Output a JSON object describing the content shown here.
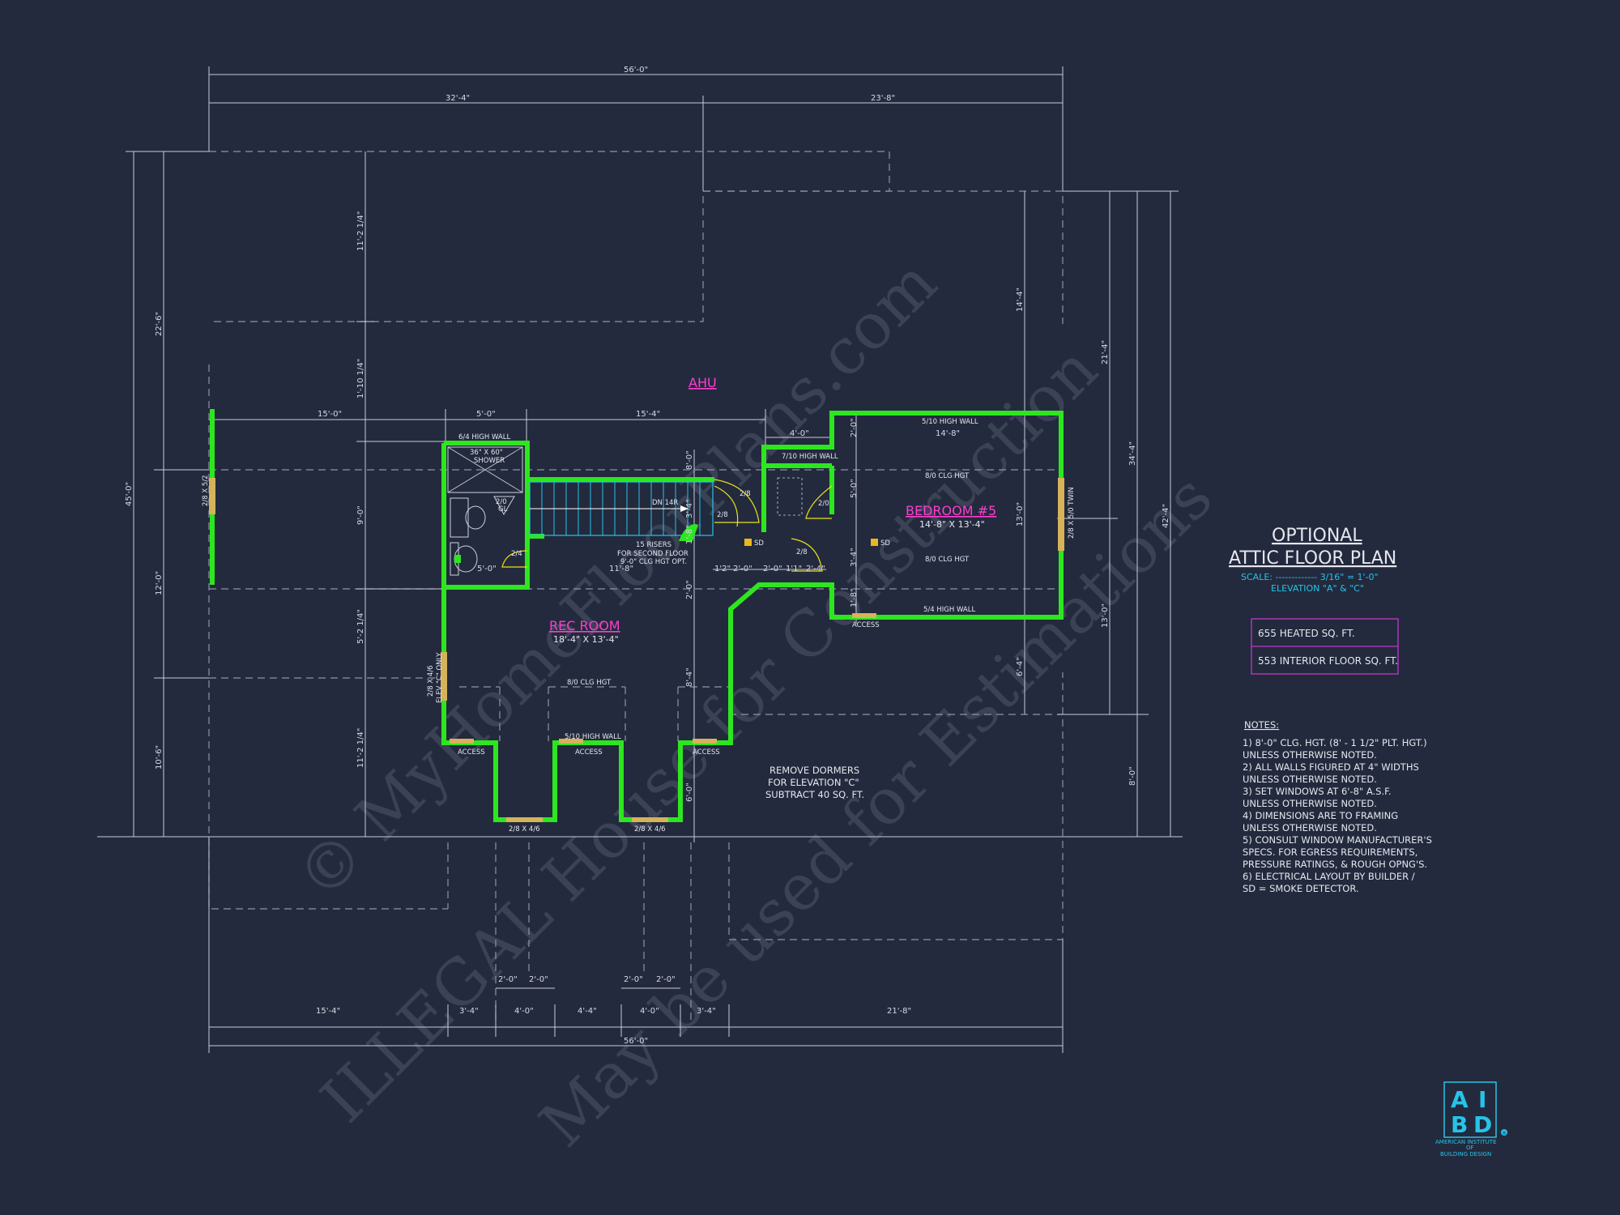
{
  "title": {
    "line1": "OPTIONAL",
    "line2": "ATTIC FLOOR PLAN",
    "scale": "SCALE: ------------- 3/16\" = 1'-0\"",
    "elevation": "ELEVATION \"A\" & \"C\""
  },
  "areas": {
    "heated": "655 HEATED SQ. FT.",
    "interior": "553 INTERIOR FLOOR SQ. FT."
  },
  "notes": {
    "heading": "NOTES:",
    "lines": [
      "1) 8'-0\"  CLG. HGT. (8' - 1 1/2\" PLT. HGT.)",
      "    UNLESS OTHERWISE NOTED.",
      "2) ALL  WALLS FIGURED AT 4\" WIDTHS",
      "    UNLESS OTHERWISE NOTED.",
      "3) SET WINDOWS AT 6'-8\" A.S.F.",
      "    UNLESS OTHERWISE NOTED.",
      "4) DIMENSIONS ARE TO FRAMING",
      "    UNLESS OTHERWISE NOTED.",
      "5) CONSULT WINDOW MANUFACTURER'S",
      "    SPECS. FOR EGRESS REQUIREMENTS,",
      "    PRESSURE RATINGS, & ROUGH OPNG'S.",
      "6) ELECTRICAL LAYOUT BY BUILDER /",
      "    SD = SMOKE DETECTOR."
    ]
  },
  "rooms": {
    "rec_name": "REC ROOM",
    "rec_size": "18'-4\" X 13'-4\"",
    "bed_name": "BEDROOM #5",
    "bed_size": "14'-8\" X 13'-4\"",
    "ahu": "AHU"
  },
  "remark": {
    "l1": "REMOVE DORMERS",
    "l2": "FOR ELEVATION \"C\"",
    "l3": "SUBTRACT 40 SQ. FT."
  },
  "labels": {
    "shower1": "36\" X 60\"",
    "shower2": "SHOWER",
    "high_wall_64": "6/4 HIGH WALL",
    "high_wall_710": "7/10 HIGH WALL",
    "high_wall_510_top": "5/10 HIGH WALL",
    "high_wall_510_mid": "5/10 HIGH WALL",
    "high_wall_54": "5/4 HIGH WALL",
    "clg_810_bed1": "8/0 CLG HGT",
    "clg_810_bed2": "8/0 CLG HGT",
    "clg_810_rec": "8/0 CLG HGT",
    "risers1": "15 RISERS",
    "risers2": "FOR SECOND FLOOR",
    "risers3": "9'-0\" CLG HGT OPT.",
    "stair_dn": "DN 14R",
    "gl": "2/0",
    "gl2": "GL",
    "access1": "ACCESS",
    "access2": "ACCESS",
    "access3": "ACCESS",
    "access4": "ACCESS",
    "sd1": "SD",
    "sd2": "SD",
    "win_left": "2/8 X 5/2",
    "win_rec": "2/8 X 4/6",
    "win_rec2": "ELEV \"C\" ONLY",
    "win_d1": "2/8 X 4/6",
    "win_d2": "2/8 X 4/6",
    "win_bed": "2/8 X 5/0 TWIN",
    "door_24": "2/4",
    "door_28a": "2/8",
    "door_28b": "2/8",
    "door_20": "2/0",
    "door_28c": "2/8"
  },
  "dims": {
    "top_total": "56'-0\"",
    "top_left": "32'-4\"",
    "top_right": "23'-8\"",
    "mid_15_0": "15'-0\"",
    "mid_5_0": "5'-0\"",
    "mid_15_4": "15'-4\"",
    "mid_4_0": "4'-0\"",
    "bed_14_8": "14'-8\"",
    "left_total": "45'-0\"",
    "left_22_6": "22'-6\"",
    "left_12_0": "12'-0\"",
    "left_10_6": "10'-6\"",
    "left_11_2a": "11'-2 1/4\"",
    "left_1_10": "1'-10 1/4\"",
    "left_9_0": "9'-0\"",
    "left_5_2": "5'-2 1/4\"",
    "left_11_2b": "11'-2 1/4\"",
    "right_total": "42'-4\"",
    "right_34_4": "34'-4\"",
    "right_21_4": "21'-4\"",
    "right_13_0": "13'-0\"",
    "right_8_0": "8'-0\"",
    "right_14_4": "14'-4\"",
    "right_13_0b": "13'-0\"",
    "right_6_4": "6'-4\"",
    "bot_total": "56'-0\"",
    "bot_15_4": "15'-4\"",
    "bot_3_4a": "3'-4\"",
    "bot_4_0a": "4'-0\"",
    "bot_4_4": "4'-4\"",
    "bot_4_0b": "4'-0\"",
    "bot_3_4b": "3'-4\"",
    "bot_21_8": "21'-8\"",
    "bot_2_0a": "2'-0\"",
    "bot_2_0b": "2'-0\"",
    "bot_2_0c": "2'-0\"",
    "bot_2_0d": "2'-0\"",
    "hall_12": "1'2\"",
    "hall_2_0a": "2'-0\"",
    "hall_2_0b": "2'-0\"",
    "hall_11": "1'1\"",
    "hall_2_4": "2'-4\"",
    "stair_11_8": "11'-8\"",
    "bath_5_0": "5'-0\"",
    "v_8_0": "8'-0\"",
    "v_2_0a": "2'-0\"",
    "v_5_0": "5'-0\"",
    "v_3_4": "3'-4\"",
    "v_1_8": "1'-8\"",
    "v_2_0b": "2'-0\"",
    "v_8_4": "8'-4\"",
    "v_6_0": "6'-0\"",
    "v_3_4b": "3'-4\"",
    "v_1_8b": "1'-8\""
  },
  "watermarks": {
    "w1": "© MyHomeFloorPlans.com",
    "w2": "ILLEGAL House for Construction",
    "w3": "May be used for Estimations"
  },
  "logo": {
    "a": "A",
    "i": "I",
    "b": "B",
    "d": "D",
    "reg": "®",
    "line1": "AMERICAN INSTITUTE",
    "line2": "OF",
    "line3": "BUILDING DESIGN"
  },
  "colors": {
    "background": "#232a3d",
    "walls": "#2ee61f",
    "room_labels": "#ff3dd0",
    "title_text": "#e6e6ee",
    "scale_text": "#27c3e8",
    "logo": "#27c3e8"
  }
}
